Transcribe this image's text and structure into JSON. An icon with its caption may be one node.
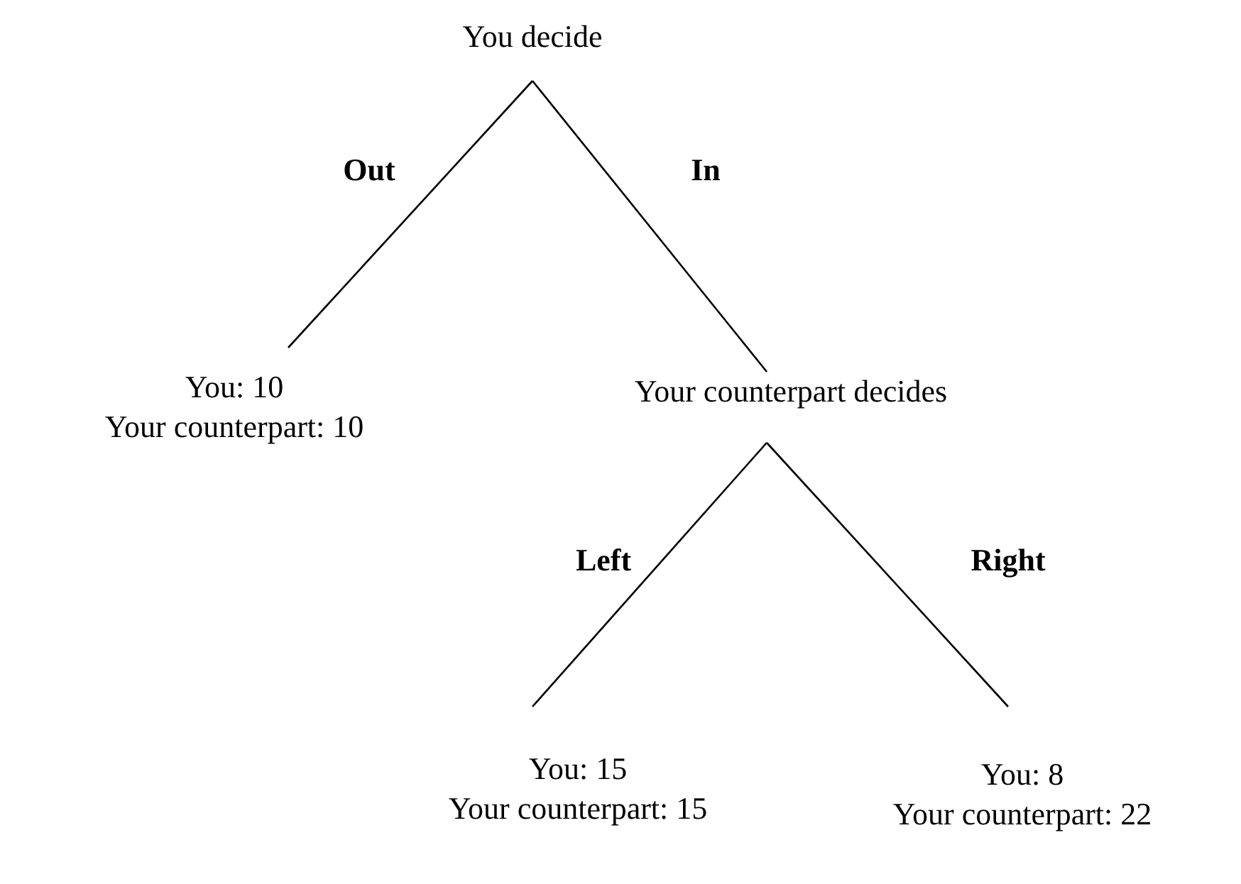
{
  "diagram": {
    "nodes": [
      {
        "text": [
          "You decide"
        ]
      },
      {
        "text": [
          "You: 10",
          "Your counterpart: 10"
        ]
      },
      {
        "text": [
          "Your counterpart decides"
        ]
      },
      {
        "text": [
          "You: 15",
          "Your counterpart: 15"
        ]
      },
      {
        "text": [
          "You: 8",
          "Your counterpart: 22"
        ]
      }
    ],
    "edges": [
      {
        "from": 0,
        "to": 1,
        "arrow": "none",
        "label": "Out"
      },
      {
        "from": 0,
        "to": 2,
        "arrow": "none",
        "label": "In"
      },
      {
        "from": 2,
        "to": 3,
        "arrow": "none",
        "label": "Left"
      },
      {
        "from": 2,
        "to": 4,
        "arrow": "none",
        "label": "Right"
      }
    ]
  }
}
